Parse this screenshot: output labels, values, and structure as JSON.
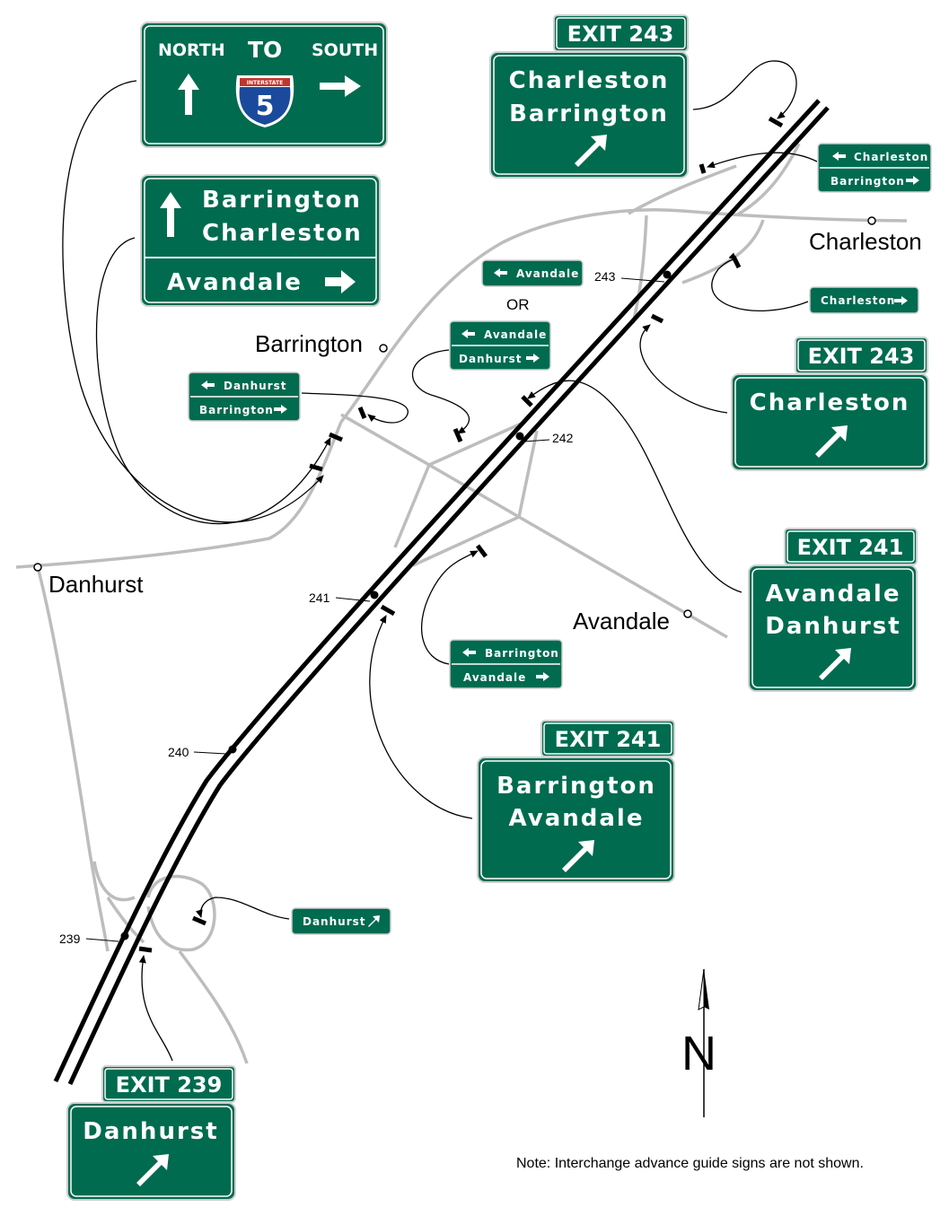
{
  "colors": {
    "sign_green": "#006b4f",
    "road_gray": "#bdbdbd",
    "freeway": "#000000",
    "interstate_blue": "#1b4a9c",
    "interstate_red": "#c0362c"
  },
  "trailblazer": {
    "north": "NORTH",
    "to": "TO",
    "south": "SOUTH",
    "shield_label": "INTERSTATE",
    "shield_number": "5"
  },
  "sign_barrington_charleston": {
    "line1": "Barrington",
    "line2": "Charleston",
    "line3": "Avandale"
  },
  "exit_243_top": {
    "tab": "EXIT  243",
    "line1": "Charleston",
    "line2": "Barrington"
  },
  "exit_243_right": {
    "tab": "EXIT  243",
    "line1": "Charleston"
  },
  "exit_241_right": {
    "tab": "EXIT  241",
    "line1": "Avandale",
    "line2": "Danhurst"
  },
  "exit_241_mid": {
    "tab": "EXIT  241",
    "line1": "Barrington",
    "line2": "Avandale"
  },
  "exit_239": {
    "tab": "EXIT  239",
    "line1": "Danhurst"
  },
  "small_signs": {
    "charleston_barrington": {
      "top": "Charleston",
      "bottom": "Barrington"
    },
    "charleston_right": {
      "text": "Charleston"
    },
    "avandale_left": {
      "text": "Avandale"
    },
    "or_label": "OR",
    "avandale_danhurst": {
      "top": "Avandale",
      "bottom": "Danhurst"
    },
    "danhurst_barrington": {
      "top": "Danhurst",
      "bottom": "Barrington"
    },
    "barrington_avandale": {
      "top": "Barrington",
      "bottom": "Avandale"
    },
    "danhurst_ramp": {
      "text": "Danhurst"
    }
  },
  "places": {
    "charleston": "Charleston",
    "barrington": "Barrington",
    "danhurst": "Danhurst",
    "avandale": "Avandale"
  },
  "mileposts": {
    "m243": "243",
    "m242": "242",
    "m241": "241",
    "m240": "240",
    "m239": "239"
  },
  "north_arrow": "N",
  "note": "Note:  Interchange advance guide signs are not shown."
}
